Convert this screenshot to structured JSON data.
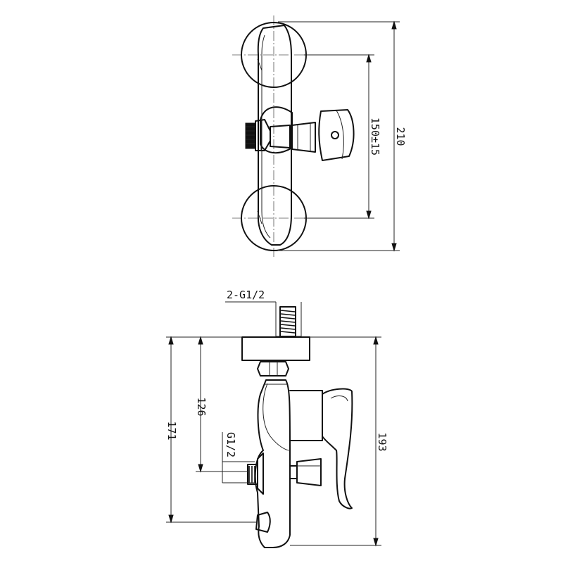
{
  "dimensions": {
    "top_overall_height": "210",
    "top_center_distance": "150±15",
    "side_inlet_height": "126",
    "side_outlet_height": "171",
    "side_overall_height": "193",
    "outlet_thread": "G1/2",
    "inlet_thread": "2-G1/2"
  }
}
